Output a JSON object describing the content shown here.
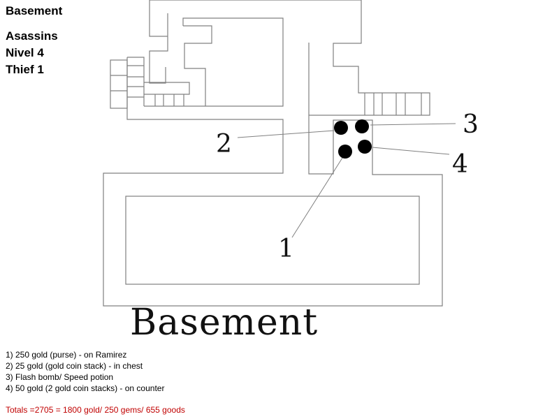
{
  "header": {
    "title": "Basement",
    "lines": [
      "Asassins",
      "Nivel 4",
      "Thief 1"
    ]
  },
  "map": {
    "caption": "Basement",
    "markers": [
      {
        "id": "1",
        "label": "1"
      },
      {
        "id": "2",
        "label": "2"
      },
      {
        "id": "3",
        "label": "3"
      },
      {
        "id": "4",
        "label": "4"
      }
    ]
  },
  "legend": {
    "items": [
      "1) 250 gold (purse) - on Ramirez",
      "2) 25 gold (gold coin stack) - in chest",
      "3) Flash bomb/ Speed potion",
      "4) 50 gold (2 gold coin stacks) - on counter"
    ],
    "totals": "Totals =2705 = 1800 gold/ 250 gems/ 655 goods",
    "totals_color": "#c00000"
  }
}
